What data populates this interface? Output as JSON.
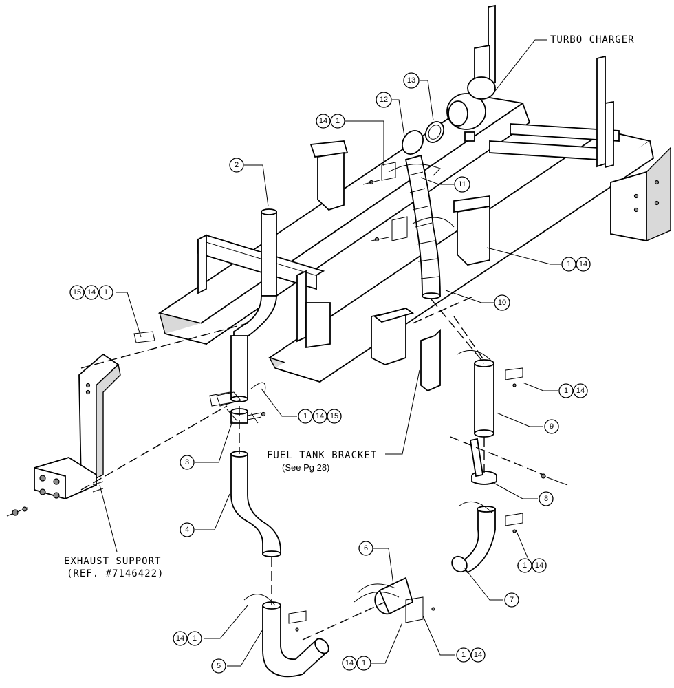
{
  "labels": {
    "turbo_charger": "TURBO CHARGER",
    "fuel_tank_bracket": "FUEL TANK BRACKET",
    "fuel_tank_bracket_ref": "(See Pg 28)",
    "exhaust_support": "EXHAUST SUPPORT",
    "exhaust_support_ref": "(REF. #7146422)"
  },
  "callouts": [
    {
      "id": "c2",
      "items": [
        "2"
      ]
    },
    {
      "id": "c3",
      "items": [
        "3"
      ]
    },
    {
      "id": "c4",
      "items": [
        "4"
      ]
    },
    {
      "id": "c5",
      "items": [
        "5"
      ]
    },
    {
      "id": "c6",
      "items": [
        "6"
      ]
    },
    {
      "id": "c7",
      "items": [
        "7"
      ]
    },
    {
      "id": "c8",
      "items": [
        "8"
      ]
    },
    {
      "id": "c9",
      "items": [
        "9"
      ]
    },
    {
      "id": "c10",
      "items": [
        "10"
      ]
    },
    {
      "id": "c11",
      "items": [
        "11"
      ]
    },
    {
      "id": "c12",
      "items": [
        "12"
      ]
    },
    {
      "id": "c13",
      "items": [
        "13"
      ]
    },
    {
      "id": "c14-1-top",
      "items": [
        "14",
        "1"
      ]
    },
    {
      "id": "c15-14-1",
      "items": [
        "15",
        "14",
        "1"
      ]
    },
    {
      "id": "c1-14-upper",
      "items": [
        "1",
        "14"
      ]
    },
    {
      "id": "c1-14-15",
      "items": [
        "1",
        "14",
        "15"
      ]
    },
    {
      "id": "c1-14-right",
      "items": [
        "1",
        "14"
      ]
    },
    {
      "id": "c1-14-elbow",
      "items": [
        "1",
        "14"
      ]
    },
    {
      "id": "c14-1-bottom-left",
      "items": [
        "14",
        "1"
      ]
    },
    {
      "id": "c14-1-bottom-mid",
      "items": [
        "14",
        "1"
      ]
    },
    {
      "id": "c1-14-bottom-right",
      "items": [
        "1",
        "14"
      ]
    }
  ]
}
